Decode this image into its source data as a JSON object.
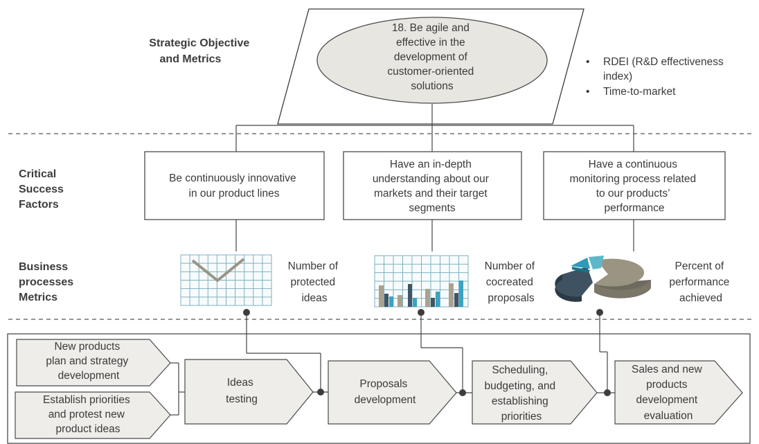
{
  "sections": {
    "strategic": [
      "Strategic Objective",
      "and Metrics"
    ],
    "critical": [
      "Critical",
      "Success",
      "Factors"
    ],
    "business": [
      "Business",
      "processes",
      "Metrics"
    ]
  },
  "objective": {
    "ellipse_text": [
      "18. Be agile and",
      "effective in the",
      "development of",
      "customer-oriented",
      "solutions"
    ],
    "metrics": [
      {
        "lines": [
          "RDEI (R&D effectiveness",
          "index)"
        ]
      },
      {
        "lines": [
          "Time-to-market"
        ]
      }
    ],
    "bullet": "•"
  },
  "csf": [
    {
      "lines": [
        "Be continuously innovative",
        "in our product lines"
      ]
    },
    {
      "lines": [
        "Have an in-depth",
        "understanding about our",
        "markets and their target",
        "segments"
      ]
    },
    {
      "lines": [
        "Have a continuous",
        "monitoring process related",
        "to our products’",
        "performance"
      ]
    }
  ],
  "business_metrics": [
    {
      "icon": "line-chart-icon",
      "lines": [
        "Number of",
        "protected",
        "ideas"
      ]
    },
    {
      "icon": "bar-chart-icon",
      "lines": [
        "Number of",
        "cocreated",
        "proposals"
      ]
    },
    {
      "icon": "pie-chart-icon",
      "lines": [
        "Percent of",
        "performance",
        "achieved"
      ]
    }
  ],
  "inputs": [
    {
      "lines": [
        "New products",
        "plan and strategy",
        "development"
      ]
    },
    {
      "lines": [
        "Establish priorities",
        "and protest new",
        "product ideas"
      ]
    }
  ],
  "processes": [
    {
      "lines": [
        "Ideas",
        "testing"
      ]
    },
    {
      "lines": [
        "Proposals",
        "development"
      ]
    },
    {
      "lines": [
        "Scheduling,",
        "budgeting, and",
        "establishing",
        "priorities"
      ]
    },
    {
      "lines": [
        "Sales and new",
        "products",
        "development",
        "evaluation"
      ]
    }
  ],
  "colors": {
    "shape_fill": "#eeede9",
    "stroke": "#4a4a4a",
    "grid": "#7fb0c0",
    "bar_tan": "#a9a290",
    "bar_navy": "#3f5566",
    "bar_teal": "#3aa3c2",
    "pie_tan": "#9a9483",
    "pie_navy": "#3e5262",
    "pie_teal": "#2f9bb9",
    "dot": "#3d3d3d"
  }
}
